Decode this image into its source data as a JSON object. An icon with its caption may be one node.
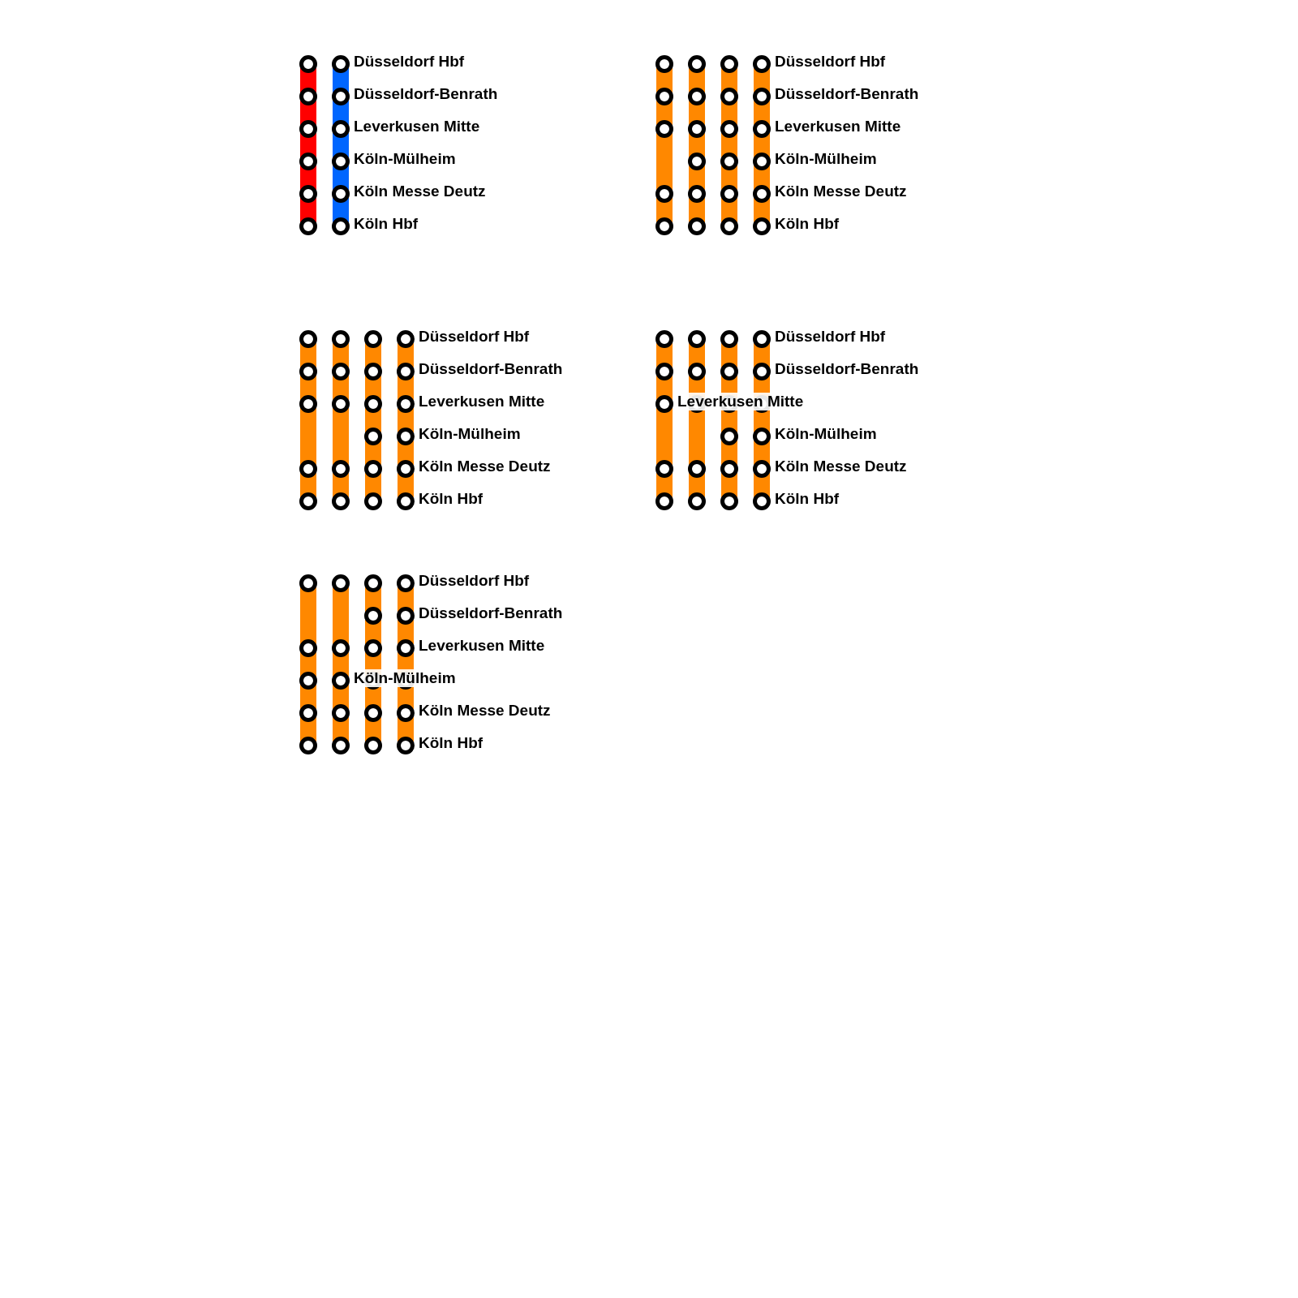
{
  "diagram": {
    "nodes": [
      {
        "text": [],
        "shape": "circle"
      },
      {
        "text": [],
        "shape": "circle"
      },
      {
        "text": [],
        "shape": "circle"
      },
      {
        "text": [],
        "shape": "circle"
      },
      {
        "text": [],
        "shape": "circle"
      },
      {
        "text": [],
        "shape": "circle"
      },
      {
        "text": [],
        "shape": "circle",
        "beside": [
          "Düsseldorf Hbf"
        ]
      },
      {
        "text": [],
        "shape": "circle",
        "beside": [
          "Düsseldorf-Benrath"
        ]
      },
      {
        "text": [],
        "shape": "circle",
        "beside": [
          "Leverkusen Mitte"
        ]
      },
      {
        "text": [],
        "shape": "circle",
        "beside": [
          "Köln-Mülheim"
        ]
      },
      {
        "text": [],
        "shape": "circle",
        "beside": [
          "Köln Messe Deutz"
        ]
      },
      {
        "text": [],
        "shape": "circle",
        "beside": [
          "Köln Hbf"
        ]
      },
      {
        "text": [],
        "shape": "circle"
      },
      {
        "text": [],
        "shape": "circle"
      },
      {
        "text": [],
        "shape": "circle"
      },
      {
        "text": [],
        "shape": "circle"
      },
      {
        "text": [],
        "shape": "circle"
      },
      {
        "text": [],
        "shape": "circle"
      },
      {
        "text": [],
        "shape": "circle"
      },
      {
        "text": [],
        "shape": "circle"
      },
      {
        "text": [],
        "shape": "circle"
      },
      {
        "text": [],
        "shape": "circle"
      },
      {
        "text": [],
        "shape": "circle"
      },
      {
        "text": [],
        "shape": "circle"
      },
      {
        "text": [],
        "shape": "circle"
      },
      {
        "text": [],
        "shape": "circle"
      },
      {
        "text": [],
        "shape": "circle"
      },
      {
        "text": [],
        "shape": "circle"
      },
      {
        "text": [],
        "shape": "circle"
      },
      {
        "text": [],
        "shape": "circle",
        "beside": [
          "Düsseldorf Hbf"
        ]
      },
      {
        "text": [],
        "shape": "circle",
        "beside": [
          "Düsseldorf-Benrath"
        ]
      },
      {
        "text": [],
        "shape": "circle",
        "beside": [
          "Leverkusen Mitte"
        ]
      },
      {
        "text": [],
        "shape": "circle",
        "beside": [
          "Köln-Mülheim"
        ]
      },
      {
        "text": [],
        "shape": "circle",
        "beside": [
          "Köln Messe Deutz"
        ]
      },
      {
        "text": [],
        "shape": "circle",
        "beside": [
          "Köln Hbf"
        ]
      },
      {
        "text": [],
        "shape": "circle"
      },
      {
        "text": [],
        "shape": "circle"
      },
      {
        "text": [],
        "shape": "circle"
      },
      {
        "text": [],
        "shape": "circle"
      },
      {
        "text": [],
        "shape": "circle"
      },
      {
        "text": [],
        "shape": "circle"
      },
      {
        "text": [],
        "shape": "circle"
      },
      {
        "text": [],
        "shape": "circle"
      },
      {
        "text": [],
        "shape": "circle"
      },
      {
        "text": [],
        "shape": "circle"
      },
      {
        "text": [],
        "shape": "circle"
      },
      {
        "text": [],
        "shape": "circle"
      },
      {
        "text": [],
        "shape": "circle"
      },
      {
        "text": [],
        "shape": "circle"
      },
      {
        "text": [],
        "shape": "circle"
      },
      {
        "text": [],
        "shape": "circle"
      },
      {
        "text": [],
        "shape": "circle",
        "beside": [
          "Düsseldorf Hbf"
        ]
      },
      {
        "text": [],
        "shape": "circle",
        "beside": [
          "Düsseldorf-Benrath"
        ]
      },
      {
        "text": [],
        "shape": "circle",
        "beside": [
          "Leverkusen Mitte"
        ]
      },
      {
        "text": [],
        "shape": "circle",
        "beside": [
          "Köln-Mülheim"
        ]
      },
      {
        "text": [],
        "shape": "circle",
        "beside": [
          "Köln Messe Deutz"
        ]
      },
      {
        "text": [],
        "shape": "circle",
        "beside": [
          "Köln Hbf"
        ]
      },
      {
        "text": [],
        "shape": "circle"
      },
      {
        "text": [],
        "shape": "circle"
      },
      {
        "text": [],
        "shape": "circle",
        "beside": [
          "Leverkusen Mitte"
        ]
      },
      {
        "text": [],
        "shape": "circle"
      },
      {
        "text": [],
        "shape": "circle"
      },
      {
        "text": [],
        "shape": "circle"
      },
      {
        "text": [],
        "shape": "circle"
      },
      {
        "text": [],
        "shape": "circle"
      },
      {
        "text": [],
        "shape": "circle"
      },
      {
        "text": [],
        "shape": "circle"
      },
      {
        "text": [],
        "shape": "circle"
      },
      {
        "text": [],
        "shape": "circle"
      },
      {
        "text": [],
        "shape": "circle"
      },
      {
        "text": [],
        "shape": "circle"
      },
      {
        "text": [],
        "shape": "circle"
      },
      {
        "text": [],
        "shape": "circle"
      },
      {
        "text": [],
        "shape": "circle",
        "beside": [
          "Düsseldorf Hbf"
        ]
      },
      {
        "text": [],
        "shape": "circle",
        "beside": [
          "Düsseldorf-Benrath"
        ]
      },
      {
        "text": [],
        "shape": "circle"
      },
      {
        "text": [],
        "shape": "circle",
        "beside": [
          "Köln-Mülheim"
        ]
      },
      {
        "text": [],
        "shape": "circle",
        "beside": [
          "Köln Messe Deutz"
        ]
      },
      {
        "text": [],
        "shape": "circle",
        "beside": [
          "Köln Hbf"
        ]
      },
      {
        "text": [],
        "shape": "circle"
      },
      {
        "text": [],
        "shape": "circle"
      },
      {
        "text": [],
        "shape": "circle"
      },
      {
        "text": [],
        "shape": "circle"
      },
      {
        "text": [],
        "shape": "circle"
      },
      {
        "text": [],
        "shape": "circle"
      },
      {
        "text": [],
        "shape": "circle"
      },
      {
        "text": [],
        "shape": "circle",
        "beside": [
          "Köln-Mülheim"
        ]
      },
      {
        "text": [],
        "shape": "circle"
      },
      {
        "text": [],
        "shape": "circle"
      },
      {
        "text": [],
        "shape": "circle"
      },
      {
        "text": [],
        "shape": "circle"
      },
      {
        "text": [],
        "shape": "circle"
      },
      {
        "text": [],
        "shape": "circle"
      },
      {
        "text": [],
        "shape": "circle"
      },
      {
        "text": [],
        "shape": "circle"
      },
      {
        "text": [],
        "shape": "circle",
        "beside": [
          "Düsseldorf Hbf"
        ]
      },
      {
        "text": [],
        "shape": "circle",
        "beside": [
          "Düsseldorf-Benrath"
        ]
      },
      {
        "text": [],
        "shape": "circle",
        "beside": [
          "Leverkusen Mitte"
        ]
      },
      {
        "text": [],
        "shape": "circle"
      },
      {
        "text": [],
        "shape": "circle",
        "beside": [
          "Köln Messe Deutz"
        ]
      },
      {
        "text": [],
        "shape": "circle",
        "beside": [
          "Köln Hbf"
        ]
      }
    ],
    "edges": [
      {
        "from": 0,
        "to": 1,
        "arrow": "none",
        "color": "#ff0000"
      },
      {
        "from": 1,
        "to": 2,
        "arrow": "none",
        "color": "#ff0000"
      },
      {
        "from": 2,
        "to": 3,
        "arrow": "none",
        "color": "#ff0000"
      },
      {
        "from": 3,
        "to": 4,
        "arrow": "none",
        "color": "#ff0000"
      },
      {
        "from": 4,
        "to": 5,
        "arrow": "none",
        "color": "#ff0000"
      },
      {
        "from": 6,
        "to": 7,
        "arrow": "none",
        "color": "#0066ff"
      },
      {
        "from": 7,
        "to": 8,
        "arrow": "none",
        "color": "#0066ff"
      },
      {
        "from": 8,
        "to": 9,
        "arrow": "none",
        "color": "#0066ff"
      },
      {
        "from": 9,
        "to": 10,
        "arrow": "none",
        "color": "#0066ff"
      },
      {
        "from": 10,
        "to": 11,
        "arrow": "none",
        "color": "#0066ff"
      },
      {
        "from": 12,
        "to": 13,
        "arrow": "none"
      },
      {
        "from": 13,
        "to": 14,
        "arrow": "none"
      },
      {
        "from": 14,
        "to": 15,
        "arrow": "none"
      },
      {
        "from": 15,
        "to": 16,
        "arrow": "none"
      },
      {
        "from": 17,
        "to": 18,
        "arrow": "none"
      },
      {
        "from": 18,
        "to": 19,
        "arrow": "none"
      },
      {
        "from": 19,
        "to": 20,
        "arrow": "none"
      },
      {
        "from": 20,
        "to": 21,
        "arrow": "none"
      },
      {
        "from": 21,
        "to": 22,
        "arrow": "none"
      },
      {
        "from": 23,
        "to": 24,
        "arrow": "none"
      },
      {
        "from": 24,
        "to": 25,
        "arrow": "none"
      },
      {
        "from": 25,
        "to": 26,
        "arrow": "none"
      },
      {
        "from": 26,
        "to": 27,
        "arrow": "none"
      },
      {
        "from": 27,
        "to": 28,
        "arrow": "none"
      },
      {
        "from": 29,
        "to": 30,
        "arrow": "none"
      },
      {
        "from": 30,
        "to": 31,
        "arrow": "none"
      },
      {
        "from": 31,
        "to": 32,
        "arrow": "none"
      },
      {
        "from": 32,
        "to": 33,
        "arrow": "none"
      },
      {
        "from": 33,
        "to": 34,
        "arrow": "none"
      },
      {
        "from": 35,
        "to": 36,
        "arrow": "none"
      },
      {
        "from": 36,
        "to": 37,
        "arrow": "none"
      },
      {
        "from": 37,
        "to": 38,
        "arrow": "none"
      },
      {
        "from": 38,
        "to": 39,
        "arrow": "none"
      },
      {
        "from": 40,
        "to": 41,
        "arrow": "none"
      },
      {
        "from": 41,
        "to": 42,
        "arrow": "none"
      },
      {
        "from": 42,
        "to": 43,
        "arrow": "none"
      },
      {
        "from": 43,
        "to": 44,
        "arrow": "none"
      },
      {
        "from": 45,
        "to": 46,
        "arrow": "none"
      },
      {
        "from": 46,
        "to": 47,
        "arrow": "none"
      },
      {
        "from": 47,
        "to": 48,
        "arrow": "none"
      },
      {
        "from": 48,
        "to": 49,
        "arrow": "none"
      },
      {
        "from": 49,
        "to": 50,
        "arrow": "none"
      },
      {
        "from": 51,
        "to": 52,
        "arrow": "none"
      },
      {
        "from": 52,
        "to": 53,
        "arrow": "none"
      },
      {
        "from": 53,
        "to": 54,
        "arrow": "none"
      },
      {
        "from": 54,
        "to": 55,
        "arrow": "none"
      },
      {
        "from": 55,
        "to": 56,
        "arrow": "none"
      },
      {
        "from": 57,
        "to": 58,
        "arrow": "none"
      },
      {
        "from": 58,
        "to": 59,
        "arrow": "none"
      },
      {
        "from": 59,
        "to": 60,
        "arrow": "none"
      },
      {
        "from": 60,
        "to": 61,
        "arrow": "none"
      },
      {
        "from": 62,
        "to": 63,
        "arrow": "none"
      },
      {
        "from": 63,
        "to": 64,
        "arrow": "none"
      },
      {
        "from": 64,
        "to": 65,
        "arrow": "none"
      },
      {
        "from": 65,
        "to": 66,
        "arrow": "none"
      },
      {
        "from": 67,
        "to": 68,
        "arrow": "none"
      },
      {
        "from": 68,
        "to": 69,
        "arrow": "none"
      },
      {
        "from": 69,
        "to": 70,
        "arrow": "none"
      },
      {
        "from": 70,
        "to": 71,
        "arrow": "none"
      },
      {
        "from": 71,
        "to": 72,
        "arrow": "none"
      },
      {
        "from": 73,
        "to": 74,
        "arrow": "none"
      },
      {
        "from": 74,
        "to": 75,
        "arrow": "none"
      },
      {
        "from": 75,
        "to": 76,
        "arrow": "none"
      },
      {
        "from": 76,
        "to": 77,
        "arrow": "none"
      },
      {
        "from": 77,
        "to": 78,
        "arrow": "none"
      },
      {
        "from": 79,
        "to": 80,
        "arrow": "none"
      },
      {
        "from": 80,
        "to": 81,
        "arrow": "none"
      },
      {
        "from": 81,
        "to": 82,
        "arrow": "none"
      },
      {
        "from": 82,
        "to": 83,
        "arrow": "none"
      },
      {
        "from": 84,
        "to": 85,
        "arrow": "none"
      },
      {
        "from": 85,
        "to": 86,
        "arrow": "none"
      },
      {
        "from": 86,
        "to": 87,
        "arrow": "none"
      },
      {
        "from": 87,
        "to": 88,
        "arrow": "none"
      },
      {
        "from": 89,
        "to": 90,
        "arrow": "none"
      },
      {
        "from": 90,
        "to": 91,
        "arrow": "none"
      },
      {
        "from": 91,
        "to": 92,
        "arrow": "none"
      },
      {
        "from": 92,
        "to": 93,
        "arrow": "none"
      },
      {
        "from": 93,
        "to": 94,
        "arrow": "none"
      },
      {
        "from": 95,
        "to": 96,
        "arrow": "none"
      },
      {
        "from": 96,
        "to": 97,
        "arrow": "none"
      },
      {
        "from": 97,
        "to": 98,
        "arrow": "none"
      },
      {
        "from": 98,
        "to": 99,
        "arrow": "none"
      },
      {
        "from": 99,
        "to": 100,
        "arrow": "none"
      }
    ]
  }
}
